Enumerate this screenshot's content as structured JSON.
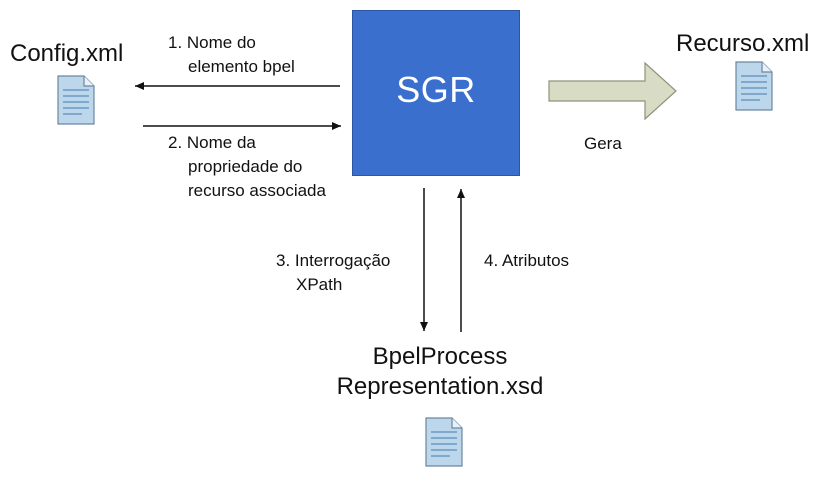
{
  "center_system": {
    "label": "SGR"
  },
  "nodes": {
    "config_file": {
      "label": "Config.xml",
      "icon": "document-icon"
    },
    "resource_file": {
      "label": "Recurso.xml",
      "icon": "document-icon"
    },
    "schema_file": {
      "label_line1": "BpelProcess",
      "label_line2": "Representation.xsd",
      "icon": "document-icon"
    }
  },
  "edges": {
    "step1": {
      "line1": "1. Nome do",
      "line2": "elemento bpel"
    },
    "step2": {
      "line1": "2. Nome da",
      "line2": "propriedade do",
      "line3": "recurso associada"
    },
    "step3": {
      "line1": "3. Interrogação",
      "line2": "XPath"
    },
    "step4": {
      "line1": "4. Atributos"
    },
    "generates": {
      "label": "Gera"
    }
  },
  "colors": {
    "sgr_fill": "#3a6fce",
    "big_arrow_fill": "#d9dcc4",
    "doc_fill": "#bcd6ec",
    "doc_lines": "#5b8db8"
  }
}
